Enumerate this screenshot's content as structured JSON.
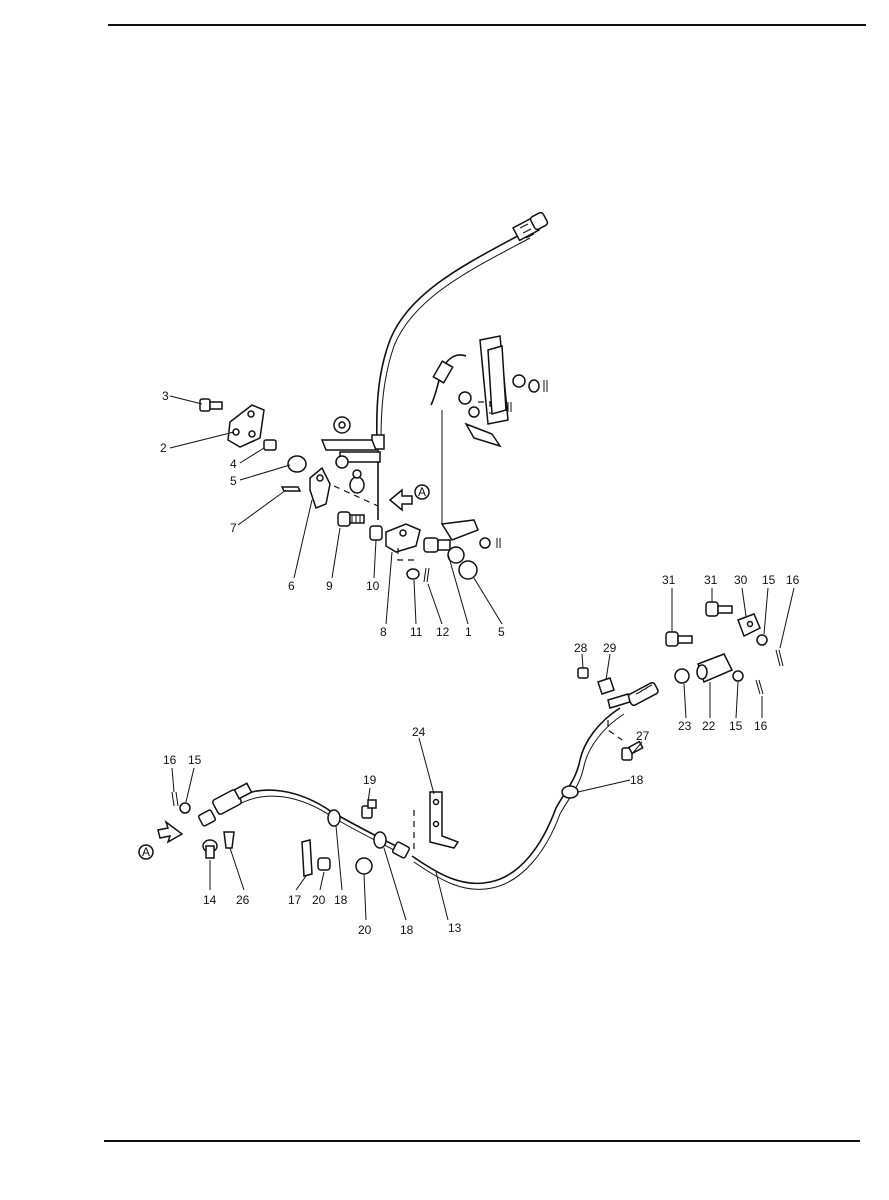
{
  "labels": {
    "l1": "1",
    "l2": "2",
    "l3": "3",
    "l4": "4",
    "l5a": "5",
    "l5b": "5",
    "l6": "6",
    "l7": "7",
    "l8": "8",
    "l9": "9",
    "l10": "10",
    "l11": "11",
    "l12": "12",
    "l13": "13",
    "l14": "14",
    "l15a": "15",
    "l15b": "15",
    "l15c": "15",
    "l16a": "16",
    "l16b": "16",
    "l16c": "16",
    "l17": "17",
    "l18a": "18",
    "l18b": "18",
    "l18c": "18",
    "l19": "19",
    "l20a": "20",
    "l20b": "20",
    "l22": "22",
    "l23": "23",
    "l24": "24",
    "l26": "26",
    "l27": "27",
    "l28": "28",
    "l29": "29",
    "l30": "30",
    "l31a": "31",
    "l31b": "31"
  },
  "view_markers": {
    "upper": "A",
    "lower": "A"
  }
}
